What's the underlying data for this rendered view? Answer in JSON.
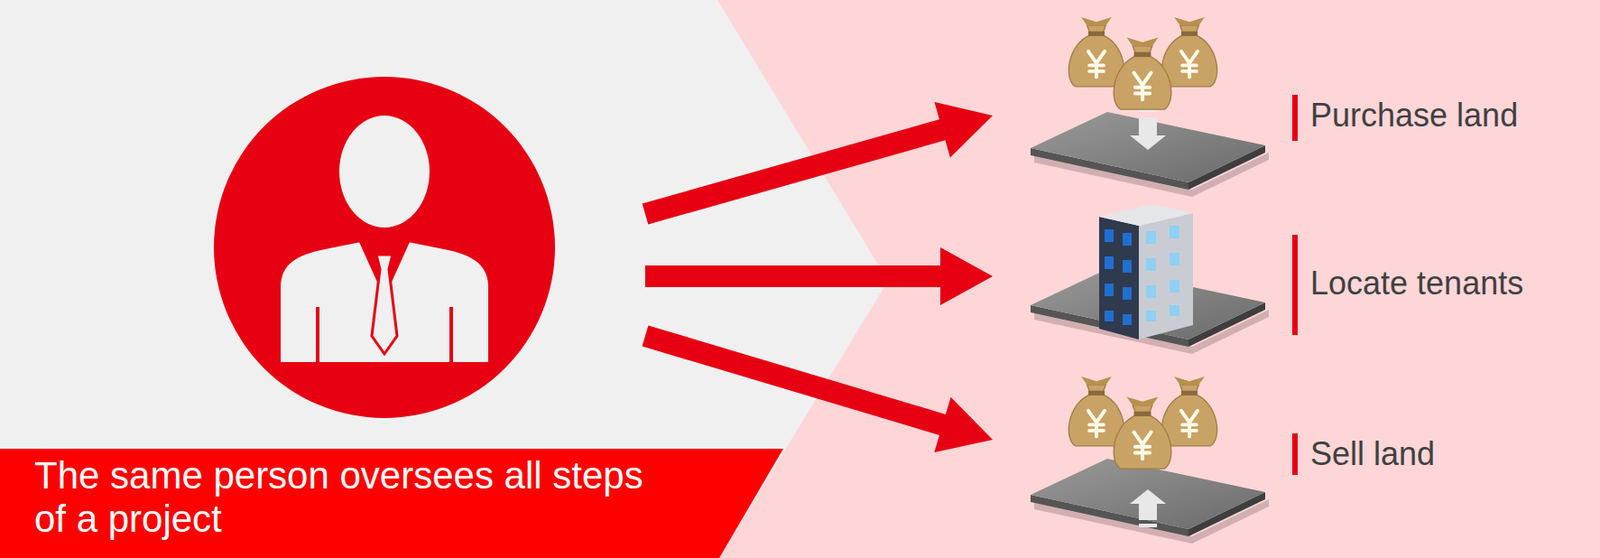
{
  "diagram": {
    "nodes": [
      {
        "text": [
          "The same person oversees all steps of a project"
        ]
      },
      {
        "text": [
          "Purchase land"
        ]
      },
      {
        "text": [
          "Locate tenants"
        ]
      },
      {
        "text": [
          "Sell land"
        ]
      }
    ],
    "edges": [
      {
        "from": 0,
        "to": 1,
        "arrow": "to"
      },
      {
        "from": 0,
        "to": 2,
        "arrow": "to"
      },
      {
        "from": 0,
        "to": 3,
        "arrow": "to"
      }
    ]
  }
}
